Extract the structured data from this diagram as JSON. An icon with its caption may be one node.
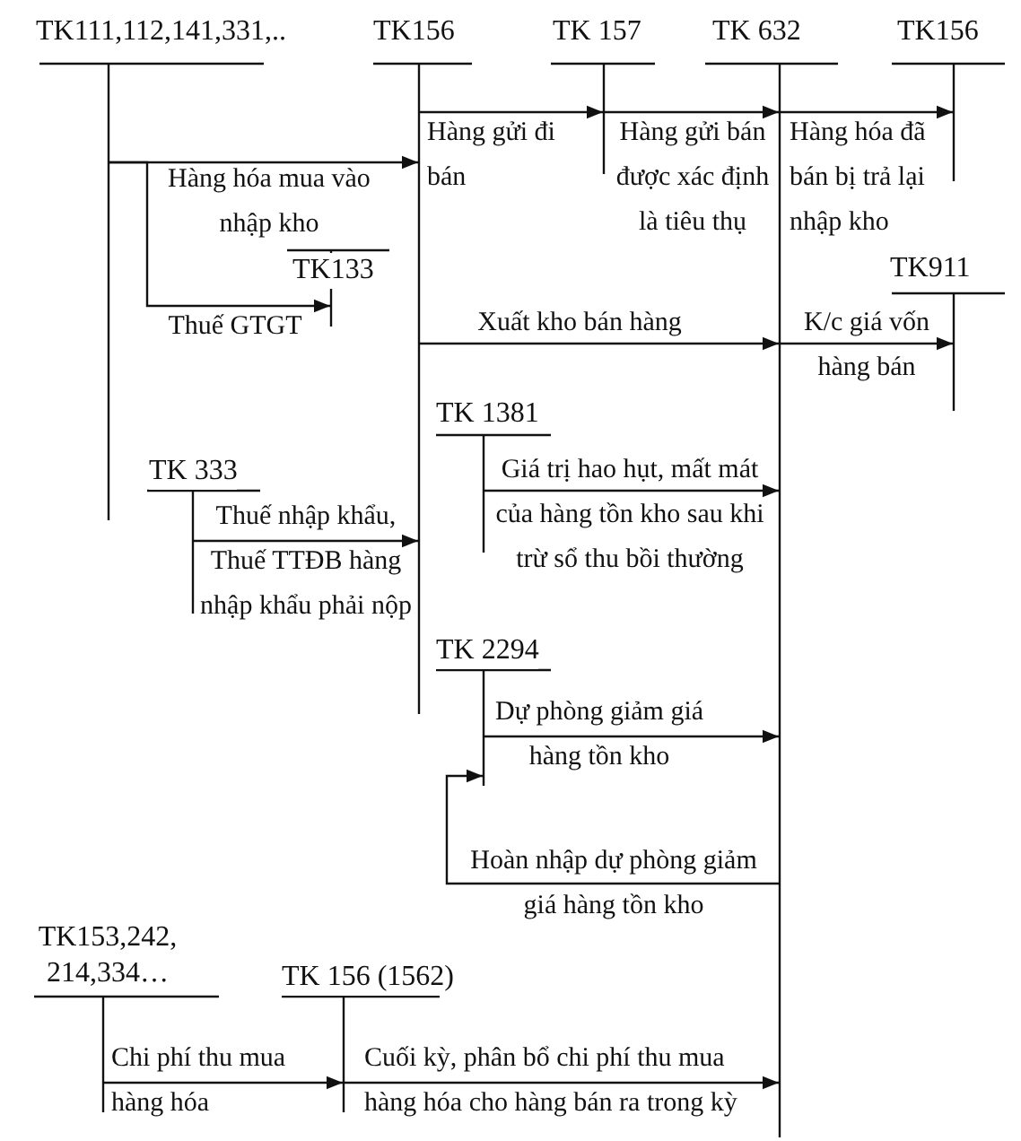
{
  "diagram": {
    "nodes": [
      {
        "text": [
          "TK111,112,141,331,.."
        ]
      },
      {
        "text": [
          "TK156"
        ]
      },
      {
        "text": [
          "TK 157"
        ]
      },
      {
        "text": [
          "TK 632"
        ]
      },
      {
        "text": [
          "TK156"
        ]
      },
      {
        "text": [
          "TK133"
        ]
      },
      {
        "text": [
          "TK911"
        ]
      },
      {
        "text": [
          "TK 1381"
        ]
      },
      {
        "text": [
          "TK 333"
        ]
      },
      {
        "text": [
          "TK 2294"
        ]
      },
      {
        "text": [
          "TK153,242, 214,334…"
        ]
      },
      {
        "text": [
          "TK 156 (1562)"
        ]
      }
    ],
    "edges": [
      {
        "from": 0,
        "to": 1,
        "arrow": "to",
        "label": "Hàng hóa mua vào nhập kho"
      },
      {
        "from": 0,
        "to": 5,
        "arrow": "to",
        "label": "Thuế GTGT"
      },
      {
        "from": 1,
        "to": 2,
        "arrow": "to",
        "label": "Hàng gửi đi bán"
      },
      {
        "from": 2,
        "to": 3,
        "arrow": "to",
        "label": "Hàng gửi bán được xác định là tiêu thụ"
      },
      {
        "from": 3,
        "to": 4,
        "arrow": "to",
        "label": "Hàng hóa đã bán bị trả lại nhập kho"
      },
      {
        "from": 1,
        "to": 3,
        "arrow": "to",
        "label": "Xuất kho bán hàng"
      },
      {
        "from": 3,
        "to": 6,
        "arrow": "to",
        "label": "K/c giá vốn hàng bán"
      },
      {
        "from": 7,
        "to": 3,
        "arrow": "to",
        "label": "Giá trị hao hụt, mất mát của hàng tồn kho sau khi trừ sổ thu bồi thường"
      },
      {
        "from": 8,
        "to": 1,
        "arrow": "to",
        "label": "Thuế nhập khẩu, Thuế TTĐB hàng nhập khẩu phải nộp"
      },
      {
        "from": 9,
        "to": 3,
        "arrow": "to",
        "label": "Dự phòng giảm giá hàng tồn kho"
      },
      {
        "from": 3,
        "to": 9,
        "arrow": "to",
        "label": "Hoàn nhập dự phòng giảm giá hàng tồn kho"
      },
      {
        "from": 10,
        "to": 11,
        "arrow": "to",
        "label": "Chi phí thu mua hàng hóa"
      },
      {
        "from": 11,
        "to": 3,
        "arrow": "to",
        "label": "Cuối kỳ, phân bổ chi phí thu mua hàng hóa cho hàng bán ra trong kỳ"
      }
    ]
  }
}
